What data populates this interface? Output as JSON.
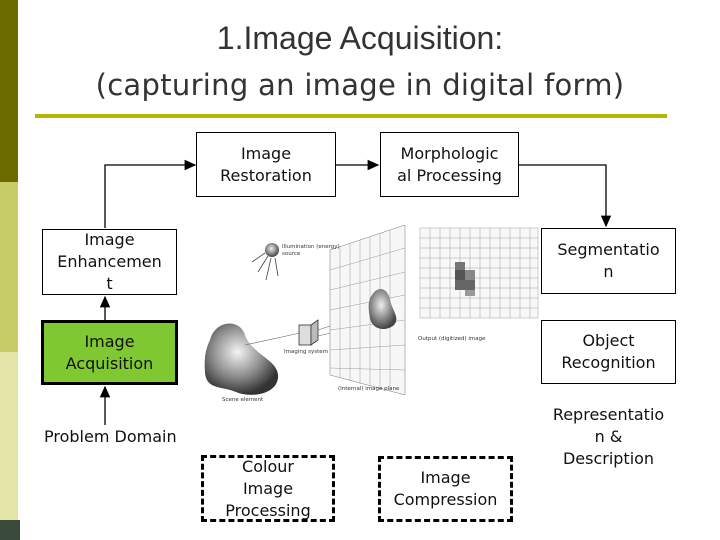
{
  "title": "1.Image Acquisition:",
  "subtitle": "(capturing an image in digital form)",
  "boxes": {
    "restoration": "Image\nRestoration",
    "morphological": "Morphologic\nal Processing",
    "enhancement": "Image\nEnhancemen\nt",
    "segmentation": "Segmentatio\nn",
    "acquisition": "Image\nAcquisition",
    "recognition": "Object\nRecognition",
    "representation": "Representatio\nn &\nDescription",
    "colour": "Colour\nImage\nProcessing",
    "compression": "Image\nCompression"
  },
  "problem_domain": "Problem Domain",
  "illustration": {
    "illumination": "Illumination (energy)\nsource",
    "imaging_system": "Imaging system",
    "output": "Output (digitized) image",
    "internal_plane": "(Internal) image plane",
    "scene": "Scene element"
  },
  "colors": {
    "accent": "#80c832",
    "rule": "#b6b600",
    "sidebar_dark": "#6b6b00"
  }
}
